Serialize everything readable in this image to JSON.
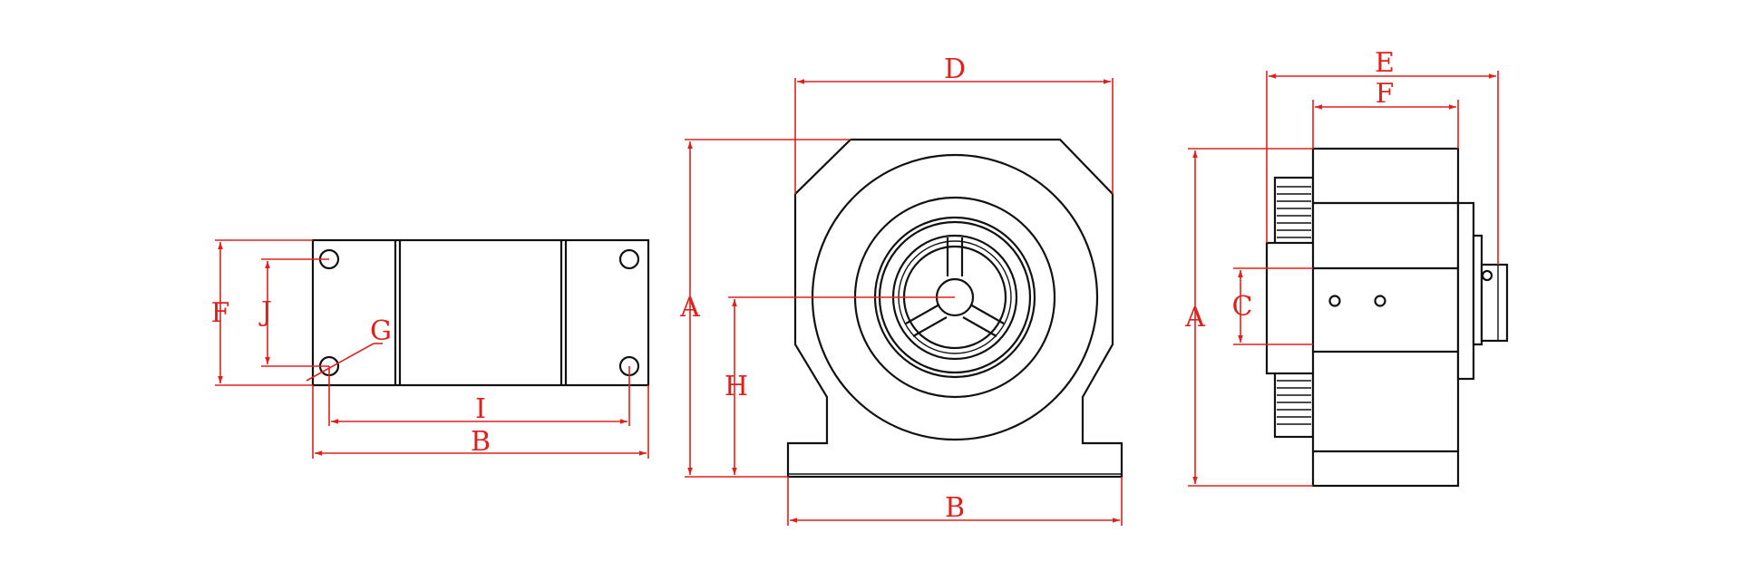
{
  "colors": {
    "dimension": "#e0201b",
    "outline": "#111111",
    "background": "#ffffff"
  },
  "top_view": {
    "labels": {
      "f": "F",
      "j": "J",
      "g": "G",
      "i": "I",
      "b": "B"
    }
  },
  "front_view": {
    "labels": {
      "d": "D",
      "a": "A",
      "h": "H",
      "b": "B"
    }
  },
  "side_view": {
    "labels": {
      "e": "E",
      "f": "F",
      "a": "A",
      "c": "C"
    }
  }
}
